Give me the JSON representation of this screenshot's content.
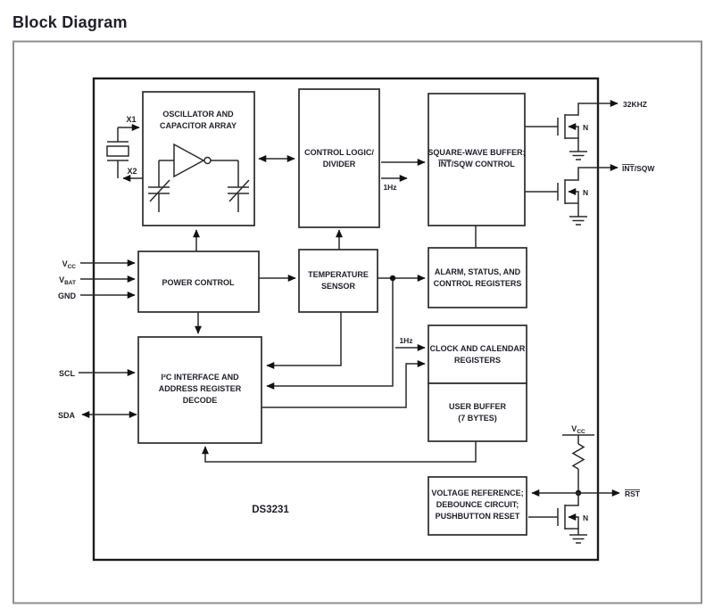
{
  "title": "Block Diagram",
  "chip_name": "DS3231",
  "colors": {
    "accent": "#1DB8B2",
    "line": "#2a2a2a",
    "frame": "#8f8f8f"
  },
  "blocks": {
    "oscillator": {
      "l1": "OSCILLATOR AND",
      "l2": "CAPACITOR ARRAY"
    },
    "control_logic": {
      "l1": "CONTROL LOGIC/",
      "l2": "DIVIDER"
    },
    "sqw_buffer": {
      "l1": "SQUARE-WAVE BUFFER;",
      "l2_int": "INT",
      "l2_rest": "/SQW CONTROL"
    },
    "power_control": {
      "l1": "POWER CONTROL"
    },
    "temp_sensor": {
      "l1": "TEMPERATURE",
      "l2": "SENSOR"
    },
    "alarm_regs": {
      "l1": "ALARM, STATUS, AND",
      "l2": "CONTROL REGISTERS"
    },
    "i2c": {
      "l1": "I²C INTERFACE AND",
      "l2": "ADDRESS REGISTER",
      "l3": "DECODE"
    },
    "clock_cal": {
      "l1": "CLOCK AND CALENDAR",
      "l2": "REGISTERS"
    },
    "user_buffer": {
      "l1": "USER BUFFER",
      "l2": "(7 BYTES)"
    },
    "volt_ref": {
      "l1": "VOLTAGE REFERENCE;",
      "l2": "DEBOUNCE CIRCUIT;",
      "l3": "PUSHBUTTON RESET"
    }
  },
  "pins": {
    "x1": "X1",
    "x2": "X2",
    "vcc_v": "V",
    "vcc_sub": "CC",
    "vbat_v": "V",
    "vbat_sub": "BAT",
    "gnd": "GND",
    "scl": "SCL",
    "sda": "SDA",
    "khz32": "32KHZ",
    "int": "INT",
    "sqw": "/SQW",
    "rst": "RST",
    "pullup_v": "V",
    "pullup_sub": "CC"
  },
  "signals": {
    "hz1_a": "1Hz",
    "hz1_b": "1Hz",
    "n1": "N",
    "n2": "N",
    "n3": "N"
  }
}
